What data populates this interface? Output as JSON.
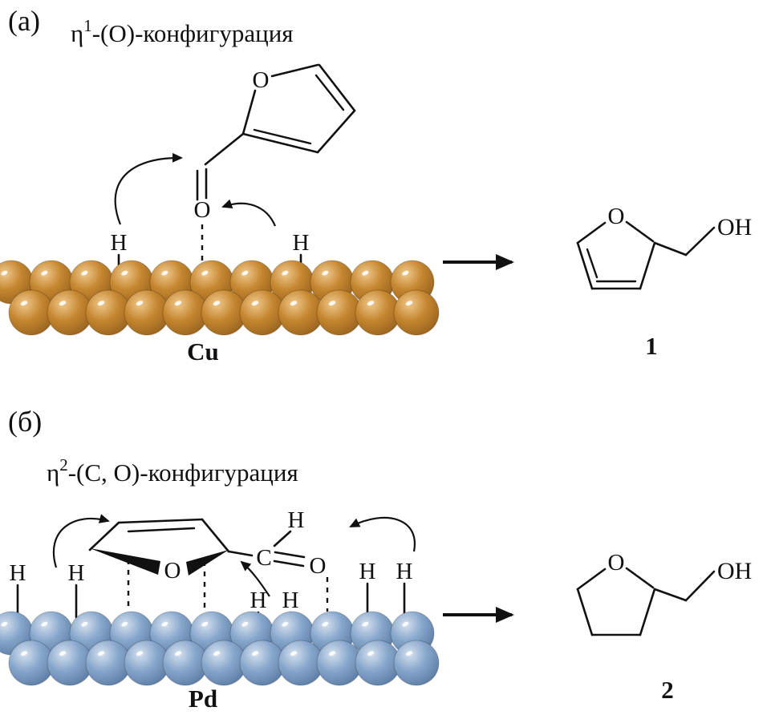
{
  "figure": {
    "type": "reaction-scheme",
    "background": "#ffffff"
  },
  "colors": {
    "bond": "#111111",
    "cu_light": "#f0c98e",
    "cu_mid": "#c5862f",
    "cu_dark": "#8f5c1c",
    "pd_light": "#d6e1ee",
    "pd_mid": "#86a6cc",
    "pd_dark": "#54739b"
  },
  "panel_a": {
    "label": "(а)",
    "title": {
      "eta": "η",
      "sup": "1",
      "rest": "-(O)-конфигурация"
    },
    "reactant": {
      "ring_o": "O",
      "carbonyl_o": "O",
      "h_left": "H",
      "h_right": "H"
    },
    "metal_label": "Cu",
    "product": {
      "ring_o": "O",
      "oh": "OH",
      "number": "1"
    }
  },
  "panel_b": {
    "label": "(б)",
    "title": {
      "eta": "η",
      "sup": "2",
      "rest": "-(C, O)-конфигурация"
    },
    "reactant": {
      "ring_o": "O",
      "aldehyde_c": "C",
      "aldehyde_o": "O",
      "aldehyde_h": "H",
      "h_labels": [
        "H",
        "H",
        "H",
        "H",
        "H",
        "H"
      ]
    },
    "metal_label": "Pd",
    "product": {
      "ring_o": "O",
      "oh": "OH",
      "number": "2"
    }
  }
}
